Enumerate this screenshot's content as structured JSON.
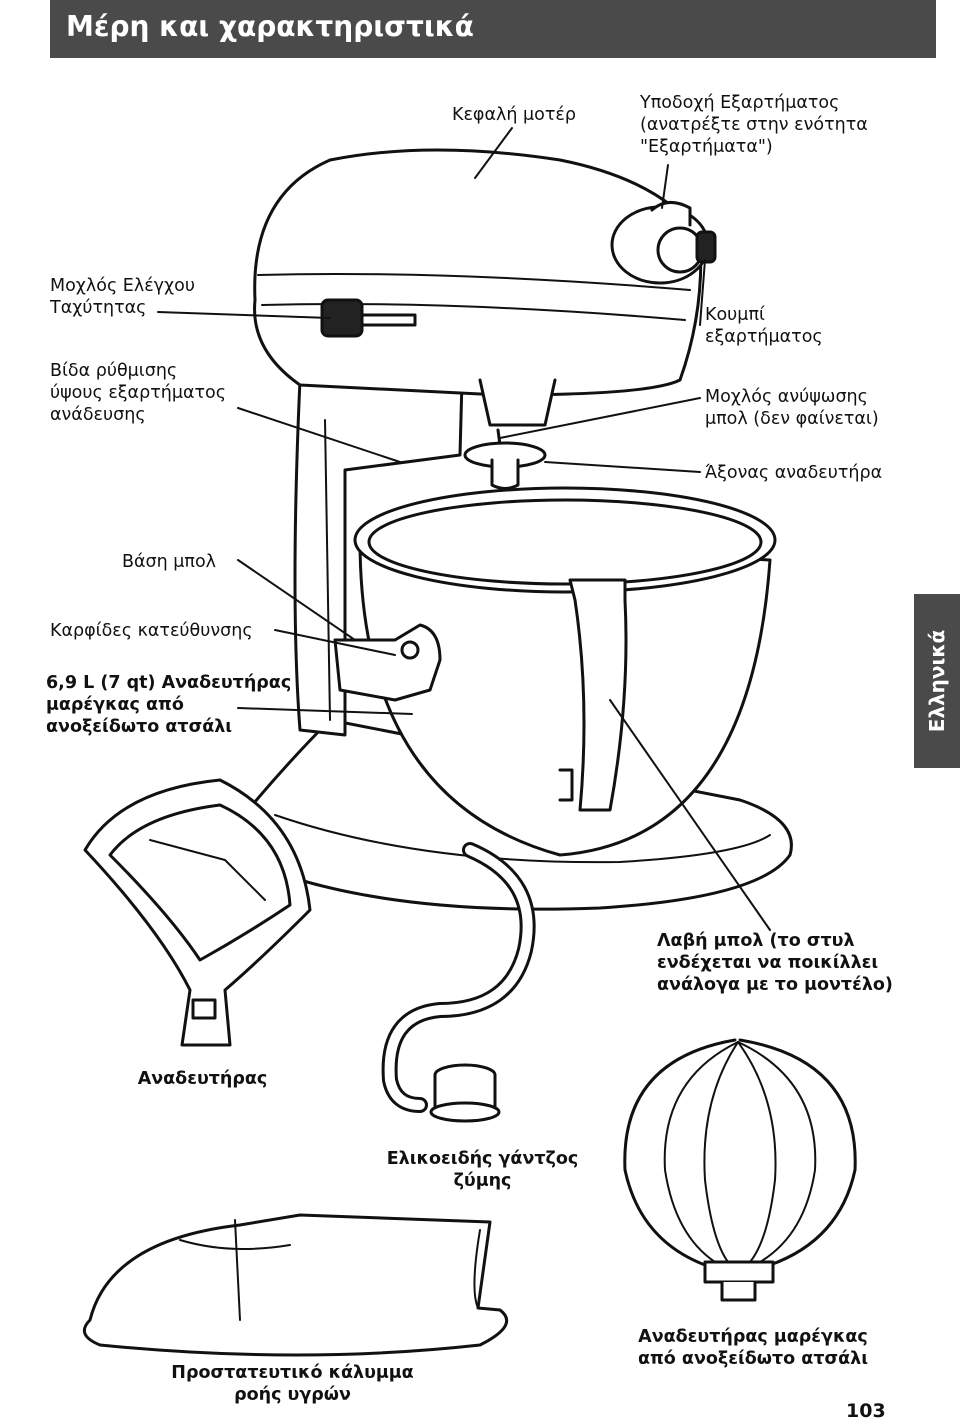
{
  "header": {
    "title": "Μέρη και χαρακτηριστικά"
  },
  "side_tab": {
    "language": "Ελληνικά"
  },
  "labels": {
    "motor_head": "Κεφαλή μοτέρ",
    "attachment_hub": "Υποδοχή Εξαρτήματος\n(ανατρέξτε στην ενότητα\n\"Εξαρτήματα\")",
    "speed_control": "Μοχλός Ελέγχου\nΤαχύτητας",
    "height_screw": "Βίδα ρύθμισης\nύψους εξαρτήματος\nανάδευσης",
    "attachment_knob": "Κουμπί\nεξαρτήματος",
    "bowl_lift": "Μοχλός ανύψωσης\nμπολ (δεν φαίνεται)",
    "beater_shaft": "Άξονας αναδευτήρα",
    "bowl_support": "Βάση μπολ",
    "locating_pins": "Καρφίδες κατεύθυνσης",
    "bowl": "6,9 L (7 qt) Αναδευτήρας\nμαρέγκας από\nανοξείδωτο ατσάλι",
    "bowl_handle": "Λαβή μπολ (το στυλ\nενδέχεται να ποικίλλει\nανάλογα με το μοντέλο)",
    "flat_beater": "Αναδευτήρας",
    "dough_hook": "Ελικοειδής γάντζος\nζύμης",
    "pouring_shield": "Προστατευτικό κάλυμμα\nροής υγρών",
    "wire_whip": "Αναδευτήρας μαρέγκας\nαπό ανοξείδωτο ατσάλι"
  },
  "page_number": "103"
}
